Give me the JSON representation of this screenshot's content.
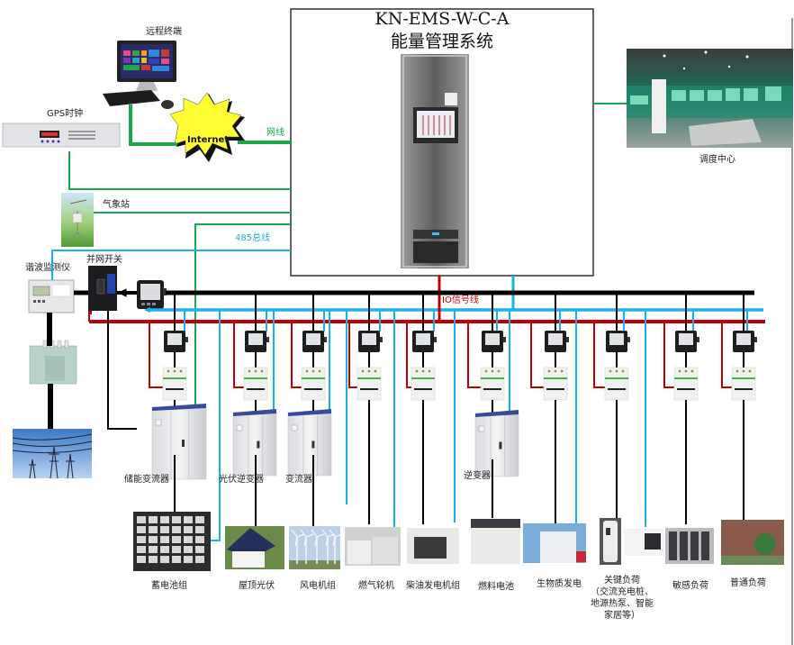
{
  "system": {
    "model": "KN-EMS-W-C-A",
    "name": "能量管理系统"
  },
  "colors": {
    "network_line": "#1aa84a",
    "rs485_bus": "#1ab0e8",
    "io_signal": "#c00000",
    "power_bus": "#000000",
    "internet_burst": "#ffff33"
  },
  "top_devices": {
    "remote_terminal": "远程终端",
    "gps_clock": "GPS时钟",
    "internet": "Internet",
    "network_line": "网线",
    "dispatch_center": "调度中心",
    "weather_station": "气象站",
    "rs485_bus": "485总线",
    "io_signal_line": "IO信号线"
  },
  "grid_side": {
    "harmonic_monitor": "谐波监测仪",
    "grid_switch": "并网开关"
  },
  "converters": [
    {
      "label": "储能变流器"
    },
    {
      "label": "光伏逆变器"
    },
    {
      "label": "变流器"
    },
    {
      "label": "逆变器"
    }
  ],
  "feeders": [
    {
      "label": "蓄电池组"
    },
    {
      "label": "屋顶光伏"
    },
    {
      "label": "风电机组"
    },
    {
      "label": "燃气轮机"
    },
    {
      "label": "柴油发电机组"
    },
    {
      "label": "燃料电池"
    },
    {
      "label": "生物质发电"
    },
    {
      "label": "关键负荷\n（交流充电桩、地源热泵、智能家居等）",
      "line1": "关键负荷",
      "line2": "（交流充电桩、",
      "line3": "地源热泵、智能",
      "line4": "家居等）"
    },
    {
      "label": "敏感负荷"
    },
    {
      "label": "普通负荷"
    }
  ]
}
